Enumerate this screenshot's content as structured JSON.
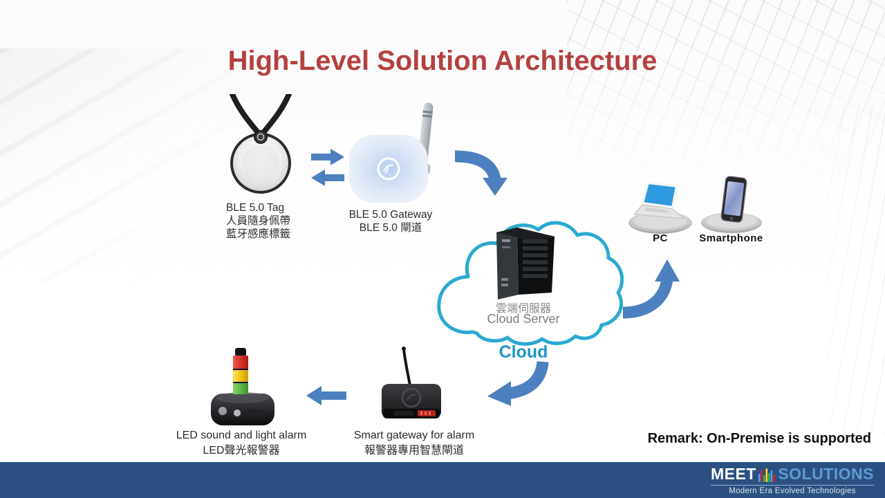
{
  "title": "High-Level Solution Architecture",
  "remark": "Remark: On-Premise is supported",
  "nodes": {
    "tag": {
      "line1": "BLE 5.0 Tag",
      "line2": "人員隨身佩帶",
      "line3": "藍牙感應標籤"
    },
    "gateway": {
      "line1": "BLE 5.0 Gateway",
      "line2": "BLE 5.0 閘道"
    },
    "cloud": {
      "zh": "雲端伺服器",
      "en": "Cloud Server",
      "caption": "Cloud"
    },
    "pc": {
      "label": "PC"
    },
    "smartphone": {
      "label": "Smartphone"
    },
    "led_alarm": {
      "line1": "LED sound and light alarm",
      "line2": "LED聲光報警器"
    },
    "alarm_gateway": {
      "line1": "Smart gateway for alarm",
      "line2": "報警器專用智慧閘道"
    }
  },
  "footer": {
    "brand_left": "MEET",
    "brand_right": "SOLUTIONS",
    "tagline": "Modern Era Evolved Technologies"
  },
  "colors": {
    "title": "#B4413F",
    "arrow": "#4C80BE",
    "cloud_outline": "#2AA9D2",
    "cloud_caption": "#1E96C4",
    "footer_background": "#2B5182",
    "brand_solutions": "#5B9BD5",
    "alarm_red": "#D8342A",
    "alarm_yellow": "#F2C612",
    "alarm_green": "#63B845"
  }
}
